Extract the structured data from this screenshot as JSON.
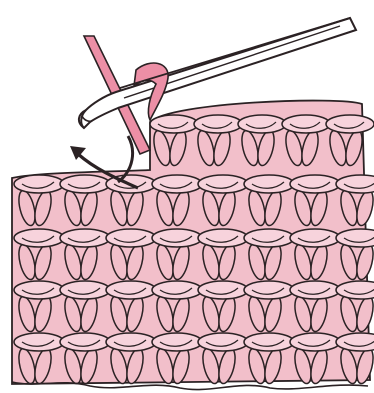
{
  "illustration": {
    "subject": "crochet-stitch-diagram",
    "colors": {
      "yarn_fill": "#f2bfca",
      "yarn_highlight": "#f7d3dc",
      "yarn_outline": "#2b2224",
      "yarn_strand": "#ec8fa6",
      "hook_fill": "#ffffff",
      "background": "#ffffff"
    },
    "icons": [
      "crochet-hook-icon",
      "curved-arrow-icon"
    ],
    "rows": [
      {
        "name": "top-partial-row"
      },
      {
        "name": "row-2"
      },
      {
        "name": "row-3"
      },
      {
        "name": "row-4"
      },
      {
        "name": "bottom-row"
      }
    ]
  }
}
